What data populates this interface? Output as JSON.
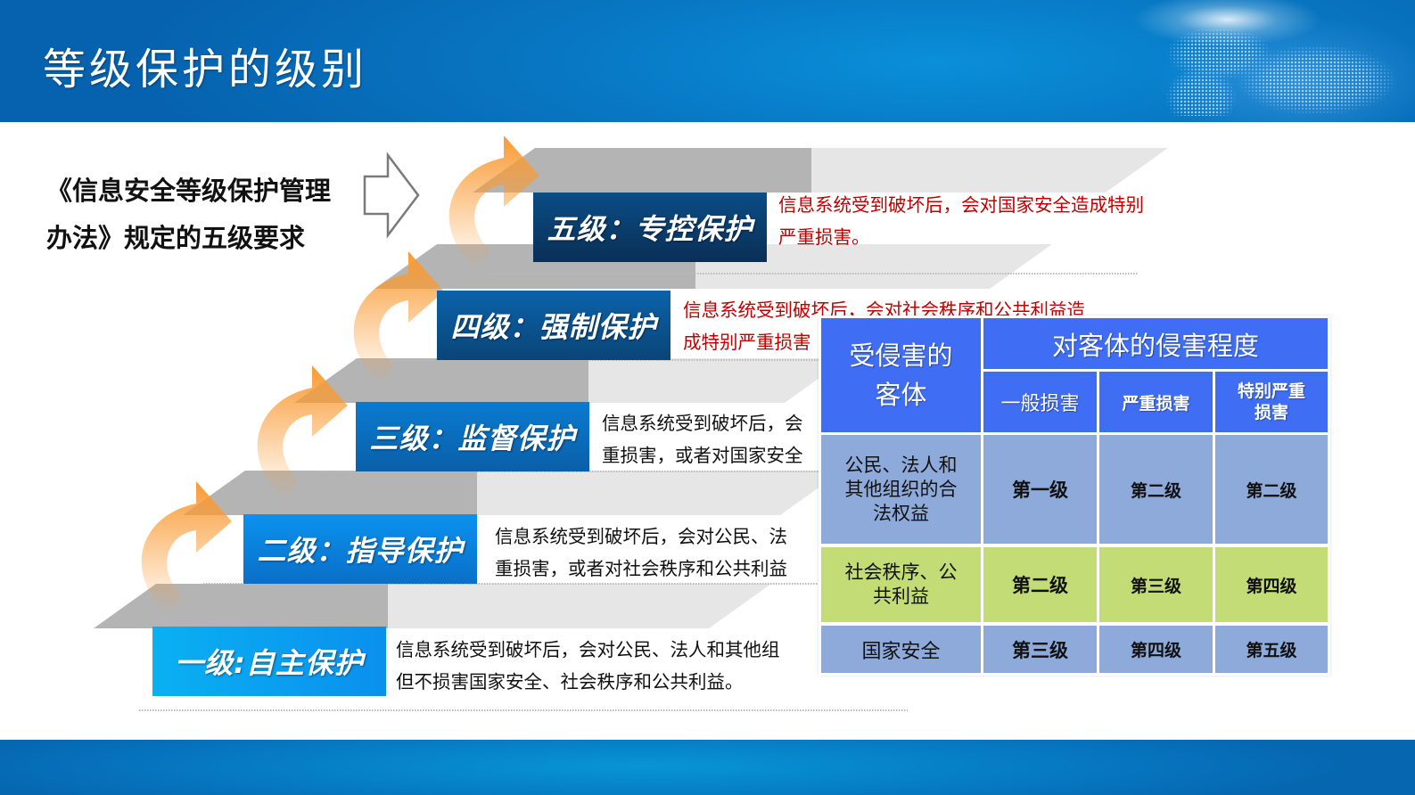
{
  "header": {
    "title": "等级保护的级别"
  },
  "intro": {
    "line1": "《信息安全等级保护管理",
    "line2": "办法》规定的五级要求",
    "arrow_icon": "hollow-right-arrow-icon"
  },
  "levels": [
    {
      "label": "一级:自主保护",
      "color": "#0aa4ef",
      "description_line1": "信息系统受到破坏后，会对公民、法人和其他组",
      "description_line2": "但不损害国家安全、社会秩序和公共利益。",
      "text_color": "#111111"
    },
    {
      "label": "二级：指导保护",
      "color": "#0a86e0",
      "description_line1": "信息系统受到破坏后，会对公民、法",
      "description_line2": "重损害，或者对社会秩序和公共利益",
      "text_color": "#111111"
    },
    {
      "label": "三级：监督保护",
      "color": "#0a6fc2",
      "description_line1": "信息系统受到破坏后，会",
      "description_line2": "重损害，或者对国家安全",
      "text_color": "#111111"
    },
    {
      "label": "四级：强制保护",
      "color": "#0b5b9f",
      "description_line1": "信息系统受到破坏后，会对社会秩序和公共利益造",
      "description_line2": "成特别严重损害",
      "text_color": "#c00000"
    },
    {
      "label": "五级：专控保护",
      "color": "#0b3f72",
      "description_line1": "信息系统受到破坏后，会对国家安全造成特别",
      "description_line2": "严重损害。",
      "text_color": "#c00000"
    }
  ],
  "table": {
    "corner_header": "受侵害的客体",
    "corner_line1": "受侵害的",
    "corner_line2": "客体",
    "group_header": "对客体的侵害程度",
    "columns": [
      "一般损害",
      "严重损害",
      "特别严重损害"
    ],
    "col3_line1": "特别严重",
    "col3_line2": "损害",
    "rows": [
      {
        "object": "公民、法人和其他组织的合法权益",
        "object_line1": "公民、法人和",
        "object_line2": "其他组织的合",
        "object_line3": "法权益",
        "values": [
          "第一级",
          "第二级",
          "第二级"
        ]
      },
      {
        "object": "社会秩序、公共利益",
        "object_line1": "社会秩序、公",
        "object_line2": "共利益",
        "values": [
          "第二级",
          "第三级",
          "第四级"
        ]
      },
      {
        "object": "国家安全",
        "values": [
          "第三级",
          "第四级",
          "第五级"
        ]
      }
    ],
    "colors": {
      "header": "#3f6df4",
      "row_blue": "#8eaadb",
      "row_green": "#c4dc76"
    }
  },
  "colors": {
    "header_band": "#0878c4",
    "footer_band": "#0679c2",
    "curl_arrow": "#f99a33",
    "red_text": "#c00000"
  }
}
